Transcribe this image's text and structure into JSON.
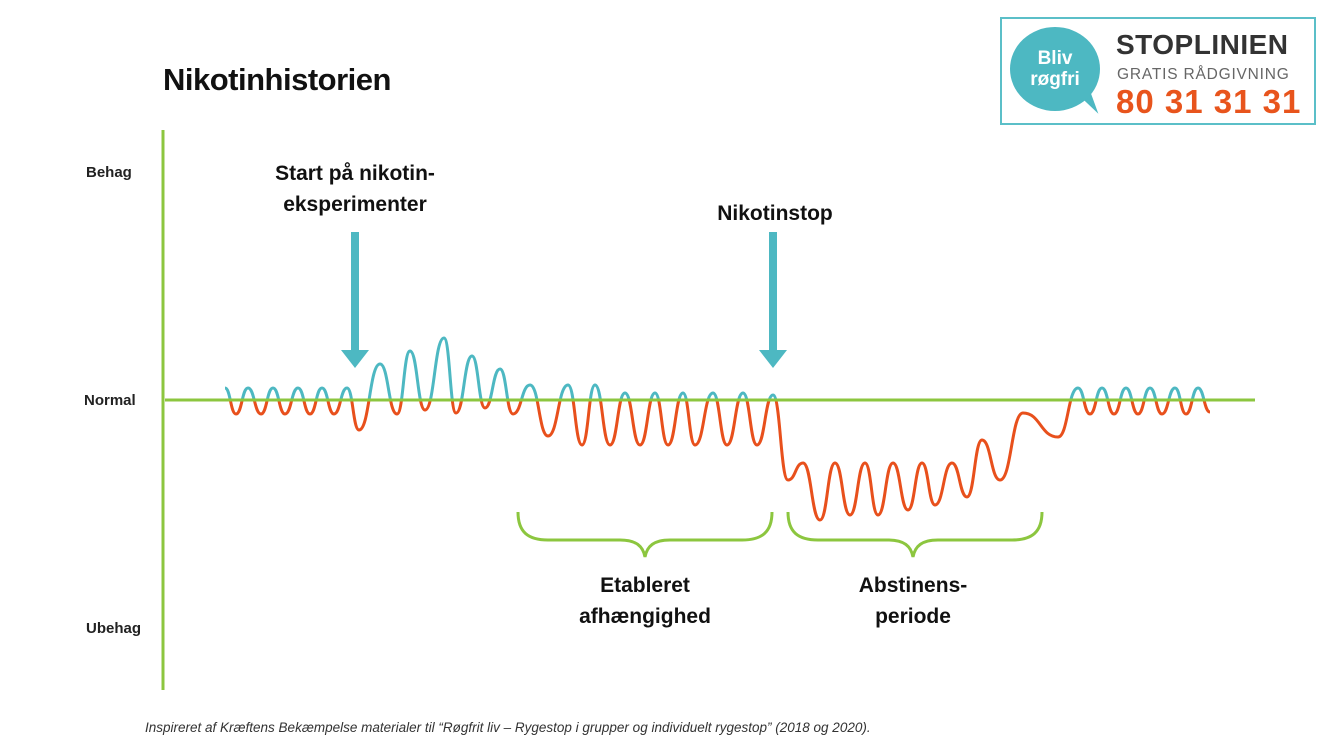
{
  "title": "Nikotinhistorien",
  "y_axis": {
    "top": "Behag",
    "middle": "Normal",
    "bottom": "Ubehag"
  },
  "annotations": {
    "start_line1": "Start på nikotin-",
    "start_line2": "eksperimenter",
    "stop": "Nikotinstop"
  },
  "phases": [
    {
      "line1": "Etableret",
      "line2": "afhængighed"
    },
    {
      "line1": "Abstinens-",
      "line2": "periode"
    }
  ],
  "logo": {
    "bubble_line1": "Bliv",
    "bubble_line2": "røgfri",
    "name": "STOPLINIEN",
    "tagline": "GRATIS RÅDGIVNING",
    "phone": "80 31 31 31"
  },
  "footer": "Inspireret af Kræftens Bekæmpelse materialer til “Røgfrit liv – Rygestop i grupper og individuelt rygestop” (2018 og 2020).",
  "colors": {
    "axis": "#8cc63f",
    "positive": "#4db8c2",
    "negative": "#e8501c",
    "arrow": "#4db8c2"
  }
}
